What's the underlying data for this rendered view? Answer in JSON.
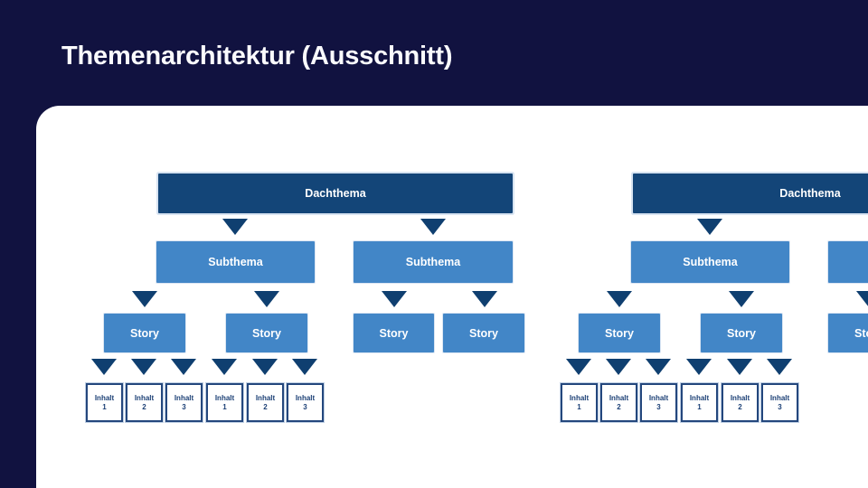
{
  "title": "Themenarchitektur (Ausschnitt)",
  "labels": {
    "dachthema": "Dachthema",
    "subthema": "Subthema",
    "story": "Story",
    "inhalt": "Inhalt"
  },
  "inhalt_numbers": [
    "1",
    "2",
    "3"
  ],
  "hierarchy_levels": [
    "Dachthema",
    "Subthema",
    "Story",
    "Inhalt"
  ],
  "colors": {
    "slide_background": "#111240",
    "panel_background": "#FFFFFF",
    "dachthema_box": "#134578",
    "subthema_story_box": "#4286C7",
    "arrow": "#0F3F70",
    "inhalt_border": "#24477D",
    "inhalt_text": "#1C4076",
    "title_text": "#FAFAFD"
  }
}
